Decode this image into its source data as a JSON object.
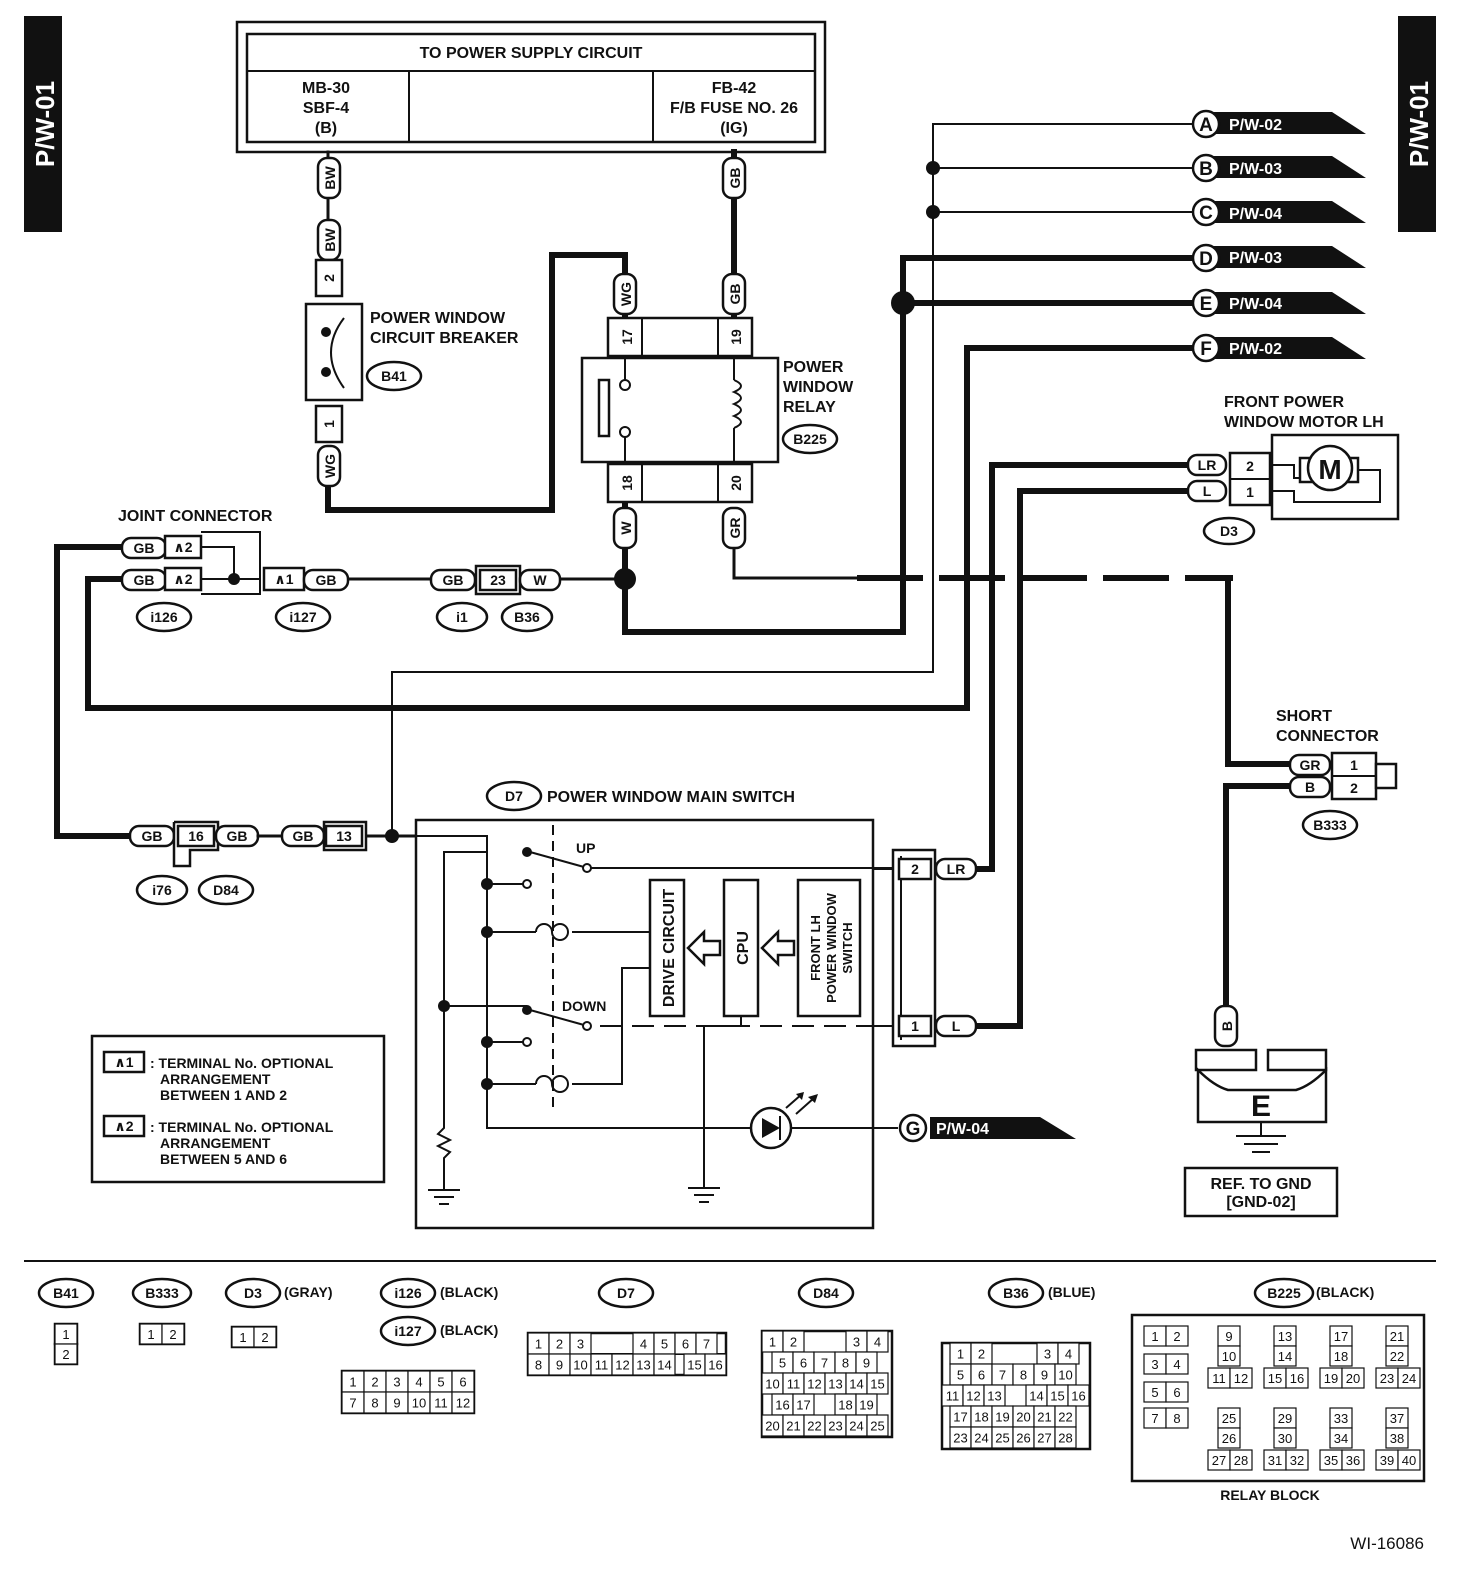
{
  "side_tabs": {
    "left": "P/W-01",
    "right": "P/W-01"
  },
  "supply": {
    "title": "TO POWER SUPPLY CIRCUIT",
    "left": [
      "MB-30",
      "SBF-4",
      "(B)"
    ],
    "right": [
      "FB-42",
      "F/B FUSE NO. 26",
      "(IG)"
    ]
  },
  "components": {
    "breaker": {
      "label1": "POWER WINDOW",
      "label2": "CIRCUIT BREAKER",
      "conn": "B41",
      "pin_top": "2",
      "pin_bottom": "1"
    },
    "relay": {
      "label1": "POWER",
      "label2": "WINDOW",
      "label3": "RELAY",
      "conn": "B225",
      "pins": [
        "17",
        "19",
        "18",
        "20"
      ]
    },
    "motor": {
      "label1": "FRONT POWER",
      "label2": "WINDOW MOTOR LH",
      "conn": "D3",
      "symbol": "M",
      "pins": [
        "2",
        "1"
      ]
    },
    "joint": {
      "label": "JOINT CONNECTOR",
      "star2": "∧2",
      "star1": "∧1",
      "conn_a": "i126",
      "conn_b": "i127"
    },
    "short": {
      "label1": "SHORT",
      "label2": "CONNECTOR",
      "conn": "B333",
      "pins": [
        "1",
        "2"
      ]
    },
    "inline": {
      "pin": "23",
      "conn_a": "i1",
      "conn_b": "B36"
    },
    "d84": {
      "pin": "16",
      "pin2": "13",
      "conn_a": "i76",
      "conn_b": "D84"
    },
    "main_switch": {
      "conn": "D7",
      "title": "POWER WINDOW MAIN SWITCH",
      "up": "UP",
      "down": "DOWN",
      "drive": "DRIVE CIRCUIT",
      "cpu": "CPU",
      "switch1": "FRONT LH",
      "switch2": "POWER WINDOW",
      "switch3": "SWITCH",
      "pins": [
        "2",
        "1"
      ]
    },
    "ground": {
      "symbol": "E",
      "ref1": "REF. TO GND",
      "ref2": "[GND-02]"
    }
  },
  "wire_colors": {
    "bw": "BW",
    "gb": "GB",
    "wg": "WG",
    "w": "W",
    "gr": "GR",
    "lr": "LR",
    "l": "L",
    "b": "B"
  },
  "refs": [
    {
      "letter": "A",
      "page": "P/W-02"
    },
    {
      "letter": "B",
      "page": "P/W-03"
    },
    {
      "letter": "C",
      "page": "P/W-04"
    },
    {
      "letter": "D",
      "page": "P/W-03"
    },
    {
      "letter": "E",
      "page": "P/W-04"
    },
    {
      "letter": "F",
      "page": "P/W-02"
    },
    {
      "letter": "G",
      "page": "P/W-04"
    }
  ],
  "legend": [
    {
      "mark": "∧1",
      "text1": ": TERMINAL No. OPTIONAL",
      "text2": "ARRANGEMENT",
      "text3": "BETWEEN 1 AND 2"
    },
    {
      "mark": "∧2",
      "text1": ": TERMINAL No. OPTIONAL",
      "text2": "ARRANGEMENT",
      "text3": "BETWEEN 5 AND 6"
    }
  ],
  "connector_views": {
    "b41": {
      "name": "B41"
    },
    "b333": {
      "name": "B333"
    },
    "d3": {
      "name": "D3",
      "note": "(GRAY)"
    },
    "i126": {
      "name": "i126",
      "note": "(BLACK)"
    },
    "i127": {
      "name": "i127",
      "note": "(BLACK)"
    },
    "d7": {
      "name": "D7"
    },
    "d84": {
      "name": "D84"
    },
    "b36": {
      "name": "B36",
      "note": "(BLUE)"
    },
    "b225": {
      "name": "B225",
      "note": "(BLACK)",
      "caption": "RELAY BLOCK"
    }
  },
  "figure_id": "WI-16086"
}
